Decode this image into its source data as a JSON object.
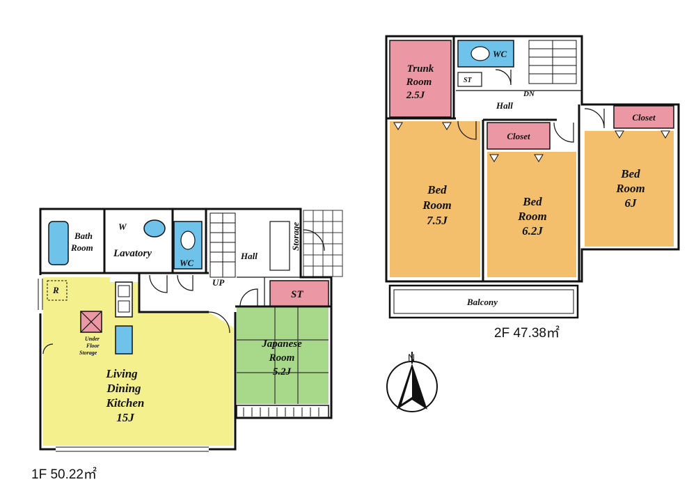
{
  "floor1": {
    "area_label": "1F 50.22㎡",
    "rooms": {
      "bath": [
        "Bath",
        "Room"
      ],
      "lavatory": "Lavatory",
      "lavatory_mark": "W",
      "wc": "WC",
      "hall": "Hall",
      "up": "UP",
      "storage": "Storage",
      "st": "ST",
      "refrigerator_mark": "R",
      "under_floor": [
        "Under",
        "Floor",
        "Storage"
      ],
      "ldk": [
        "Living",
        "Dining",
        "Kitchen",
        "15J"
      ],
      "japanese": [
        "Japanese",
        "Room",
        "5.2J"
      ]
    }
  },
  "floor2": {
    "area_label": "2F 47.38㎡",
    "rooms": {
      "trunk": [
        "Trunk",
        "Room",
        "2.5J"
      ],
      "wc": "WC",
      "st": "ST",
      "hall": "Hall",
      "dn": "DN",
      "closet_a": "Closet",
      "closet_b": "Closet",
      "bed1": [
        "Bed",
        "Room",
        "7.5J"
      ],
      "bed2": [
        "Bed",
        "Room",
        "6.2J"
      ],
      "bed3": [
        "Bed",
        "Room",
        "6J"
      ],
      "balcony": "Balcony"
    }
  },
  "compass": {
    "label": "N"
  },
  "colors": {
    "ldk": "#f5f08e",
    "japanese": "#a8d98a",
    "bedroom": "#f3bf6d",
    "pink": "#ec97a4",
    "water": "#6fc3ea"
  }
}
